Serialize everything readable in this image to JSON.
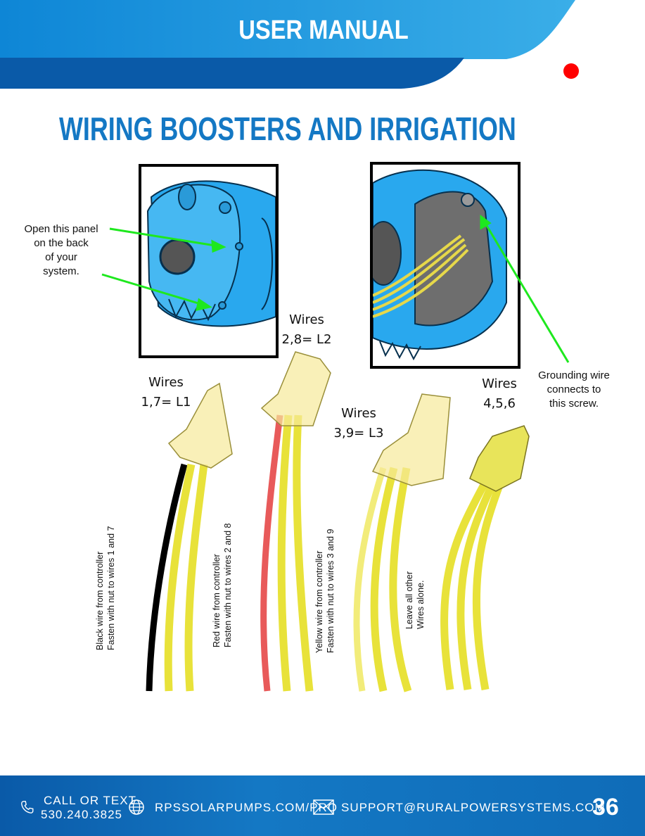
{
  "header": {
    "title": "USER MANUAL"
  },
  "page_title": "WIRING BOOSTERS AND IRRIGATION",
  "callouts": {
    "open_panel": [
      "Open this panel",
      "on the back",
      "of your",
      "system."
    ],
    "grounding": [
      "Grounding wire",
      "connects to",
      "this screw."
    ]
  },
  "wire_groups": [
    {
      "line1": "Wires",
      "line2": "1,7= L1",
      "note1": "Black wire from controller",
      "note2": "Fasten with nut to wires 1 and 7"
    },
    {
      "line1": "Wires",
      "line2": "2,8= L2",
      "note1": "Red wire from controller",
      "note2": "Fasten with nut to wires 2 and 8"
    },
    {
      "line1": "Wires",
      "line2": "3,9= L3",
      "note1": "Yellow wire from controller",
      "note2": "Fasten with nut to wires 3 and 9"
    },
    {
      "line1": "Wires",
      "line2": "4,5,6",
      "note1": "Leave all other",
      "note2": "Wires alone."
    }
  ],
  "footer": {
    "call_label": "CALL OR TEXT",
    "phone": "530.240.3825",
    "website": "RPSSOLARPUMPS.COM/PRO",
    "email": "SUPPORT@RURALPOWERSYSTEMS.COM",
    "page_number": "36"
  },
  "colors": {
    "brand_blue": "#1478c4",
    "dark_blue": "#0a5aa8",
    "arrow_green": "#1ee81e",
    "marker_red": "#ff0000"
  }
}
